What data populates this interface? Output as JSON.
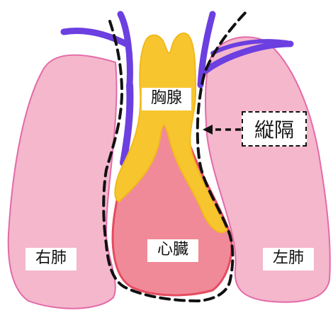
{
  "labels": {
    "right_lung": "右肺",
    "left_lung": "左肺",
    "thymus": "胸腺",
    "heart": "心臓",
    "mediastinum": "縦隔"
  },
  "colors": {
    "lung_fill": "#f4b7cc",
    "lung_outline": "#e46aa8",
    "thymus_fill": "#f7c62f",
    "heart_fill": "#f08a98",
    "heart_outline": "#e64b60",
    "vessel": "#6b3fe0",
    "outline": "#111111"
  }
}
